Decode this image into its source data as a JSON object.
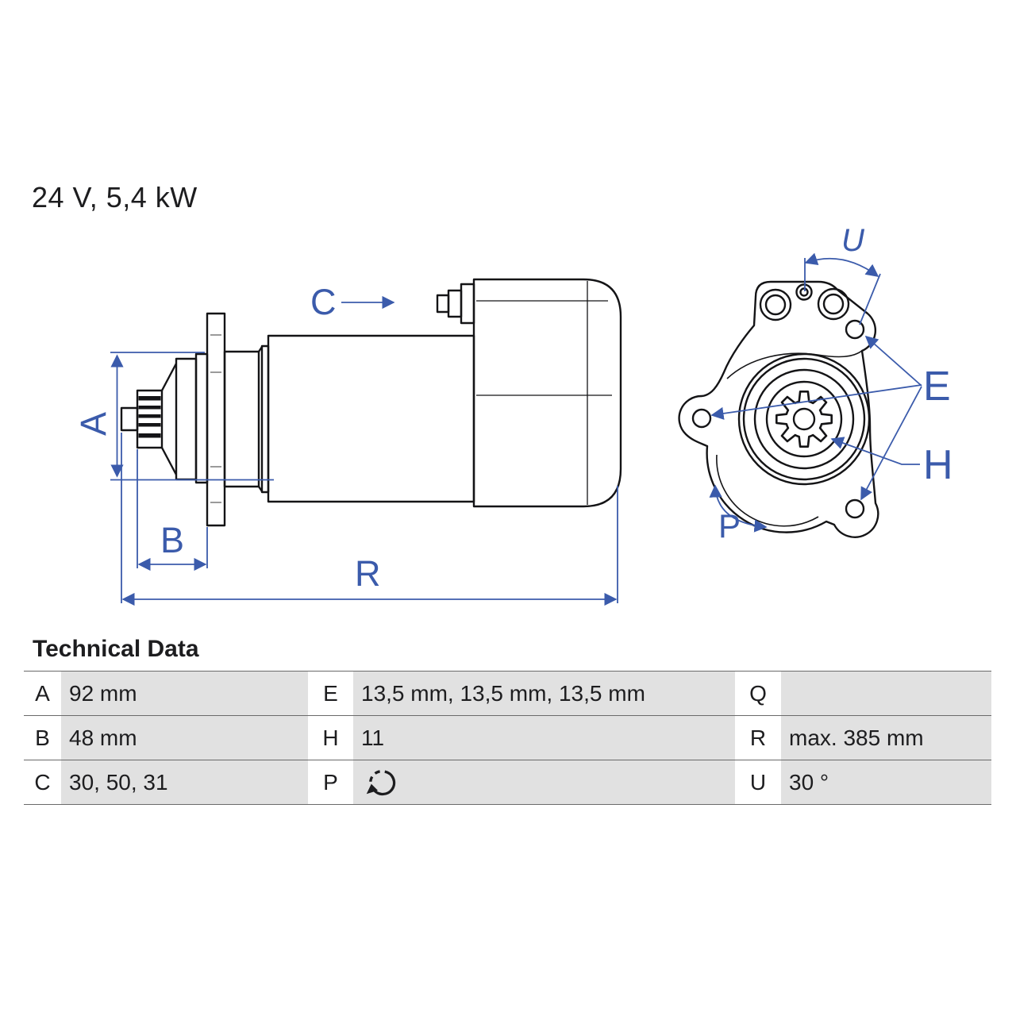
{
  "title": "24 V, 5,4 kW",
  "diagram": {
    "side_labels": {
      "A": "A",
      "B": "B",
      "C": "C",
      "R": "R"
    },
    "front_labels": {
      "U": "U",
      "E": "E",
      "H": "H",
      "P": "P"
    },
    "accent_blue": "#3b5bab",
    "line_black": "#141416"
  },
  "table": {
    "heading": "Technical Data",
    "rows": [
      [
        {
          "k": "A",
          "v": "92 mm"
        },
        {
          "k": "E",
          "v": "13,5 mm, 13,5 mm, 13,5 mm"
        },
        {
          "k": "Q",
          "v": ""
        }
      ],
      [
        {
          "k": "B",
          "v": "48 mm"
        },
        {
          "k": "H",
          "v": "11"
        },
        {
          "k": "R",
          "v": "max. 385 mm"
        }
      ],
      [
        {
          "k": "C",
          "v": "30, 50, 31"
        },
        {
          "k": "P",
          "v": "",
          "icon": "rotation-ccw"
        },
        {
          "k": "U",
          "v": "30 °"
        }
      ]
    ]
  }
}
